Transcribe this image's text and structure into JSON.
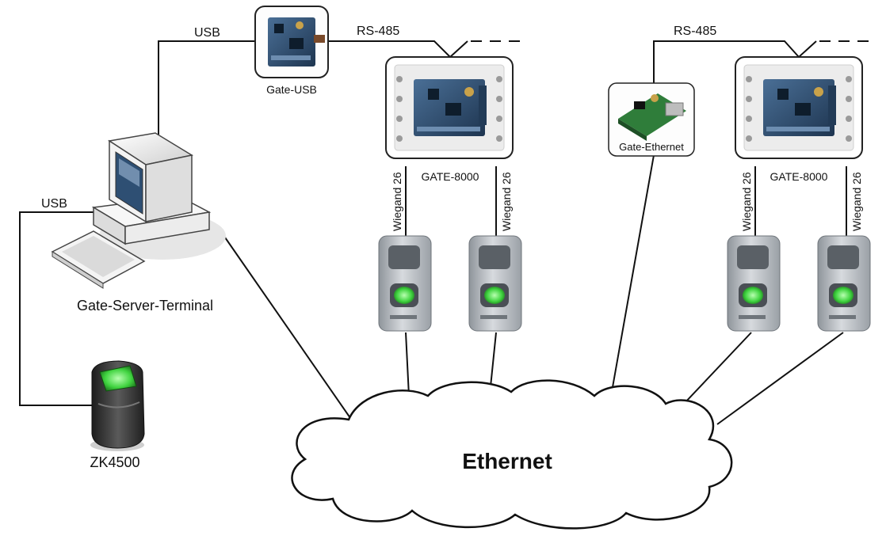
{
  "diagram": {
    "labels": {
      "usb_top": "USB",
      "usb_left": "USB",
      "rs485_left": "RS-485",
      "rs485_right": "RS-485",
      "gate_usb": "Gate-USB",
      "gate_ethernet": "Gate-Ethernet",
      "gate8000_left": "GATE-8000",
      "gate8000_right": "GATE-8000",
      "wiegand_1": "Wiegand 26",
      "wiegand_2": "Wiegand 26",
      "wiegand_3": "Wiegand 26",
      "wiegand_4": "Wiegand 26",
      "server_terminal": "Gate-Server-Terminal",
      "zk4500": "ZK4500",
      "ethernet": "Ethernet"
    },
    "colors": {
      "line": "#111111",
      "board": "#2f4d6e",
      "reader_body": "#b8bcc0",
      "fingerprint_glow": "#47e047",
      "enclosure": "#ededed"
    },
    "icons": {
      "computer": "desktop-computer-icon",
      "keyboard": "keyboard-icon",
      "controller": "controller-board-icon",
      "reader": "fingerprint-reader-icon",
      "scanner": "usb-fingerprint-scanner-icon",
      "cloud": "network-cloud-icon"
    }
  }
}
